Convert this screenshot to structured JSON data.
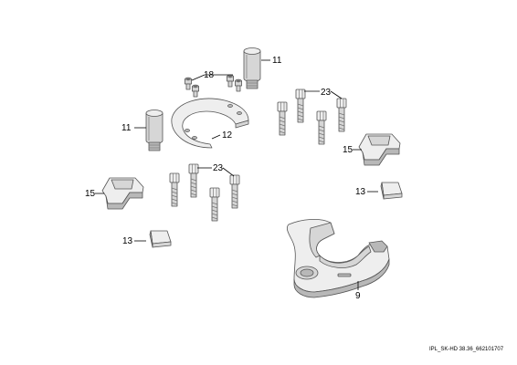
{
  "callouts": {
    "c11_top": "11",
    "c18": "18",
    "c23_top": "23",
    "c11_left": "11",
    "c12": "12",
    "c15_right": "15",
    "c23_mid": "23",
    "c15_left": "15",
    "c13_right": "13",
    "c13_left": "13",
    "c9": "9"
  },
  "doc_reference": "IPL_SK-HD 38.36_662101707",
  "colors": {
    "line": "#555555",
    "light": "#eeeeee",
    "medium": "#d6d6d6",
    "dark": "#b8b8b8"
  }
}
